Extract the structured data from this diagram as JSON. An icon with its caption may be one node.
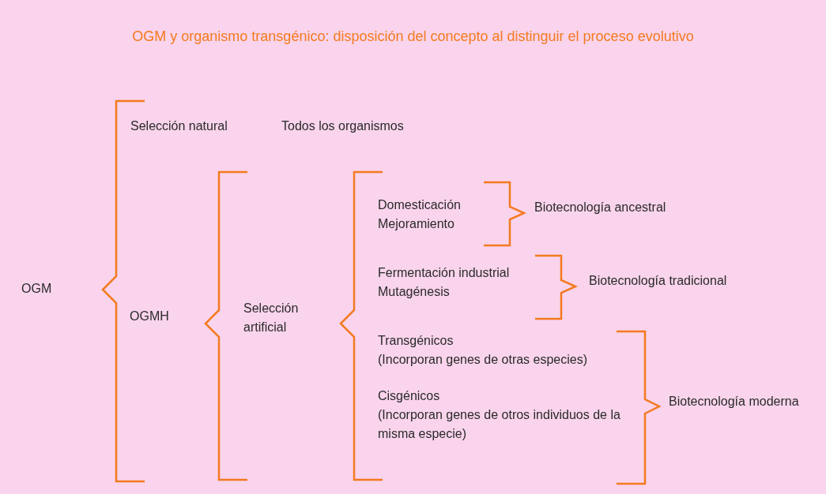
{
  "diagram": {
    "title": "OGM y organismo transgénico: disposición del concepto al distinguir el proceso evolutivo",
    "labels": [
      "Selección natural",
      "Todos los organismos",
      "Domesticación",
      "Mejoramiento",
      "Biotecnología ancestral",
      "Fermentación industrial",
      "Mutagénesis",
      "Biotecnología tradicional",
      "OGM",
      "OGMH",
      "Selección artificial",
      "Transgénicos",
      "(Incorporan genes de otras especies)",
      "Biotecnología moderna",
      "Cisgénicos",
      "(Incorporan genes de otros individuos de la misma especie)"
    ]
  }
}
